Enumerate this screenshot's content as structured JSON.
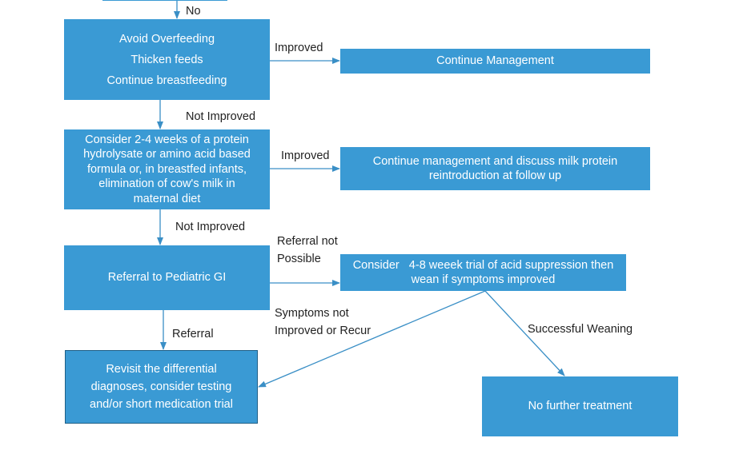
{
  "colors": {
    "box": "#3a9ad4",
    "box_border": "#1f5f86",
    "arrow": "#3a8fc6",
    "text": "#222222"
  },
  "boxes": {
    "avoid_overfeeding": [
      "Avoid Overfeeding",
      "Thicken feeds",
      "Continue breastfeeding"
    ],
    "continue_management": [
      "Continue Management"
    ],
    "protein_hydrolysate": [
      "Consider 2-4 weeks of a protein",
      "hydrolysate or amino acid based",
      "formula  or, in breastfed infants,",
      "elimination of cow's milk in",
      "maternal diet"
    ],
    "continue_discuss": [
      "Continue management and discuss milk protein",
      "reintroduction at follow up"
    ],
    "referral_gi": [
      "Referral to Pediatric GI"
    ],
    "acid_suppression": [
      "Consider   4-8 weeek trial of acid suppression then",
      "wean if symptoms improved"
    ],
    "revisit": [
      "Revisit the differential",
      "diagnoses, consider testing",
      "and/or short medication trial"
    ],
    "no_further": [
      "No further treatment"
    ]
  },
  "labels": {
    "no": "No",
    "improved_1": "Improved",
    "not_improved_1": "Not Improved",
    "improved_2": "Improved",
    "not_improved_2": "Not Improved",
    "referral_not_possible": [
      "Referral not",
      "Possible"
    ],
    "referral": "Referral",
    "symptoms_not_improved": [
      "Symptoms not",
      "Improved or Recur"
    ],
    "successful_weaning": "Successful Weaning"
  }
}
